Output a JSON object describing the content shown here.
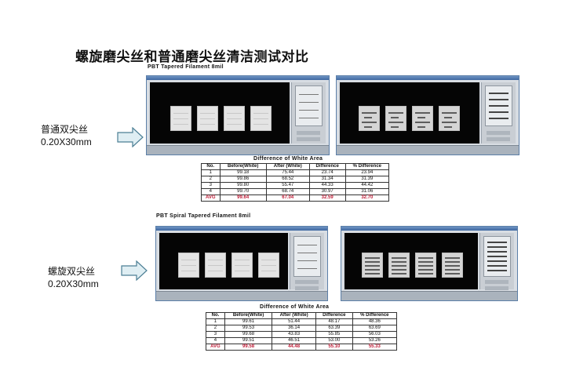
{
  "title": "螺旋磨尖丝和普通磨尖丝清洁测试对比",
  "sections": [
    {
      "header": "PBT  Tapered Filament 8mil",
      "side_label": {
        "line1": "普通双尖丝",
        "line2": "0.20X30mm"
      },
      "table": {
        "caption": "Difference of White Area",
        "columns": [
          "No.",
          "Before(White)",
          "After (White)",
          "Difference",
          "% Difference"
        ],
        "rows": [
          [
            "1",
            "99.18",
            "75.44",
            "23.74",
            "23.94"
          ],
          [
            "2",
            "99.86",
            "68.52",
            "31.34",
            "31.39"
          ],
          [
            "3",
            "99.80",
            "55.47",
            "44.33",
            "44.42"
          ],
          [
            "4",
            "99.70",
            "68.74",
            "30.97",
            "31.06"
          ]
        ],
        "avg": [
          "AVG",
          "99.64",
          "67.04",
          "32.59",
          "32.70"
        ]
      }
    },
    {
      "header": "PBT Spiral Tapered Filament 8mil",
      "side_label": {
        "line1": "螺旋双尖丝",
        "line2": "0.20X30mm"
      },
      "table": {
        "caption": "Difference of White Area",
        "columns": [
          "No.",
          "Before(White)",
          "After (White)",
          "Difference",
          "% Difference"
        ],
        "rows": [
          [
            "1",
            "99.61",
            "51.44",
            "48.17",
            "48.36"
          ],
          [
            "2",
            "99.53",
            "36.14",
            "63.39",
            "63.69"
          ],
          [
            "3",
            "99.68",
            "43.83",
            "55.85",
            "56.03"
          ],
          [
            "4",
            "99.51",
            "46.51",
            "53.00",
            "53.26"
          ]
        ],
        "avg": [
          "AVG",
          "99.58",
          "44.48",
          "55.10",
          "55.33"
        ]
      }
    }
  ],
  "colors": {
    "arrow_fill": "#dfeef3",
    "arrow_stroke": "#4c7f95",
    "avg_text": "#c0203a"
  }
}
